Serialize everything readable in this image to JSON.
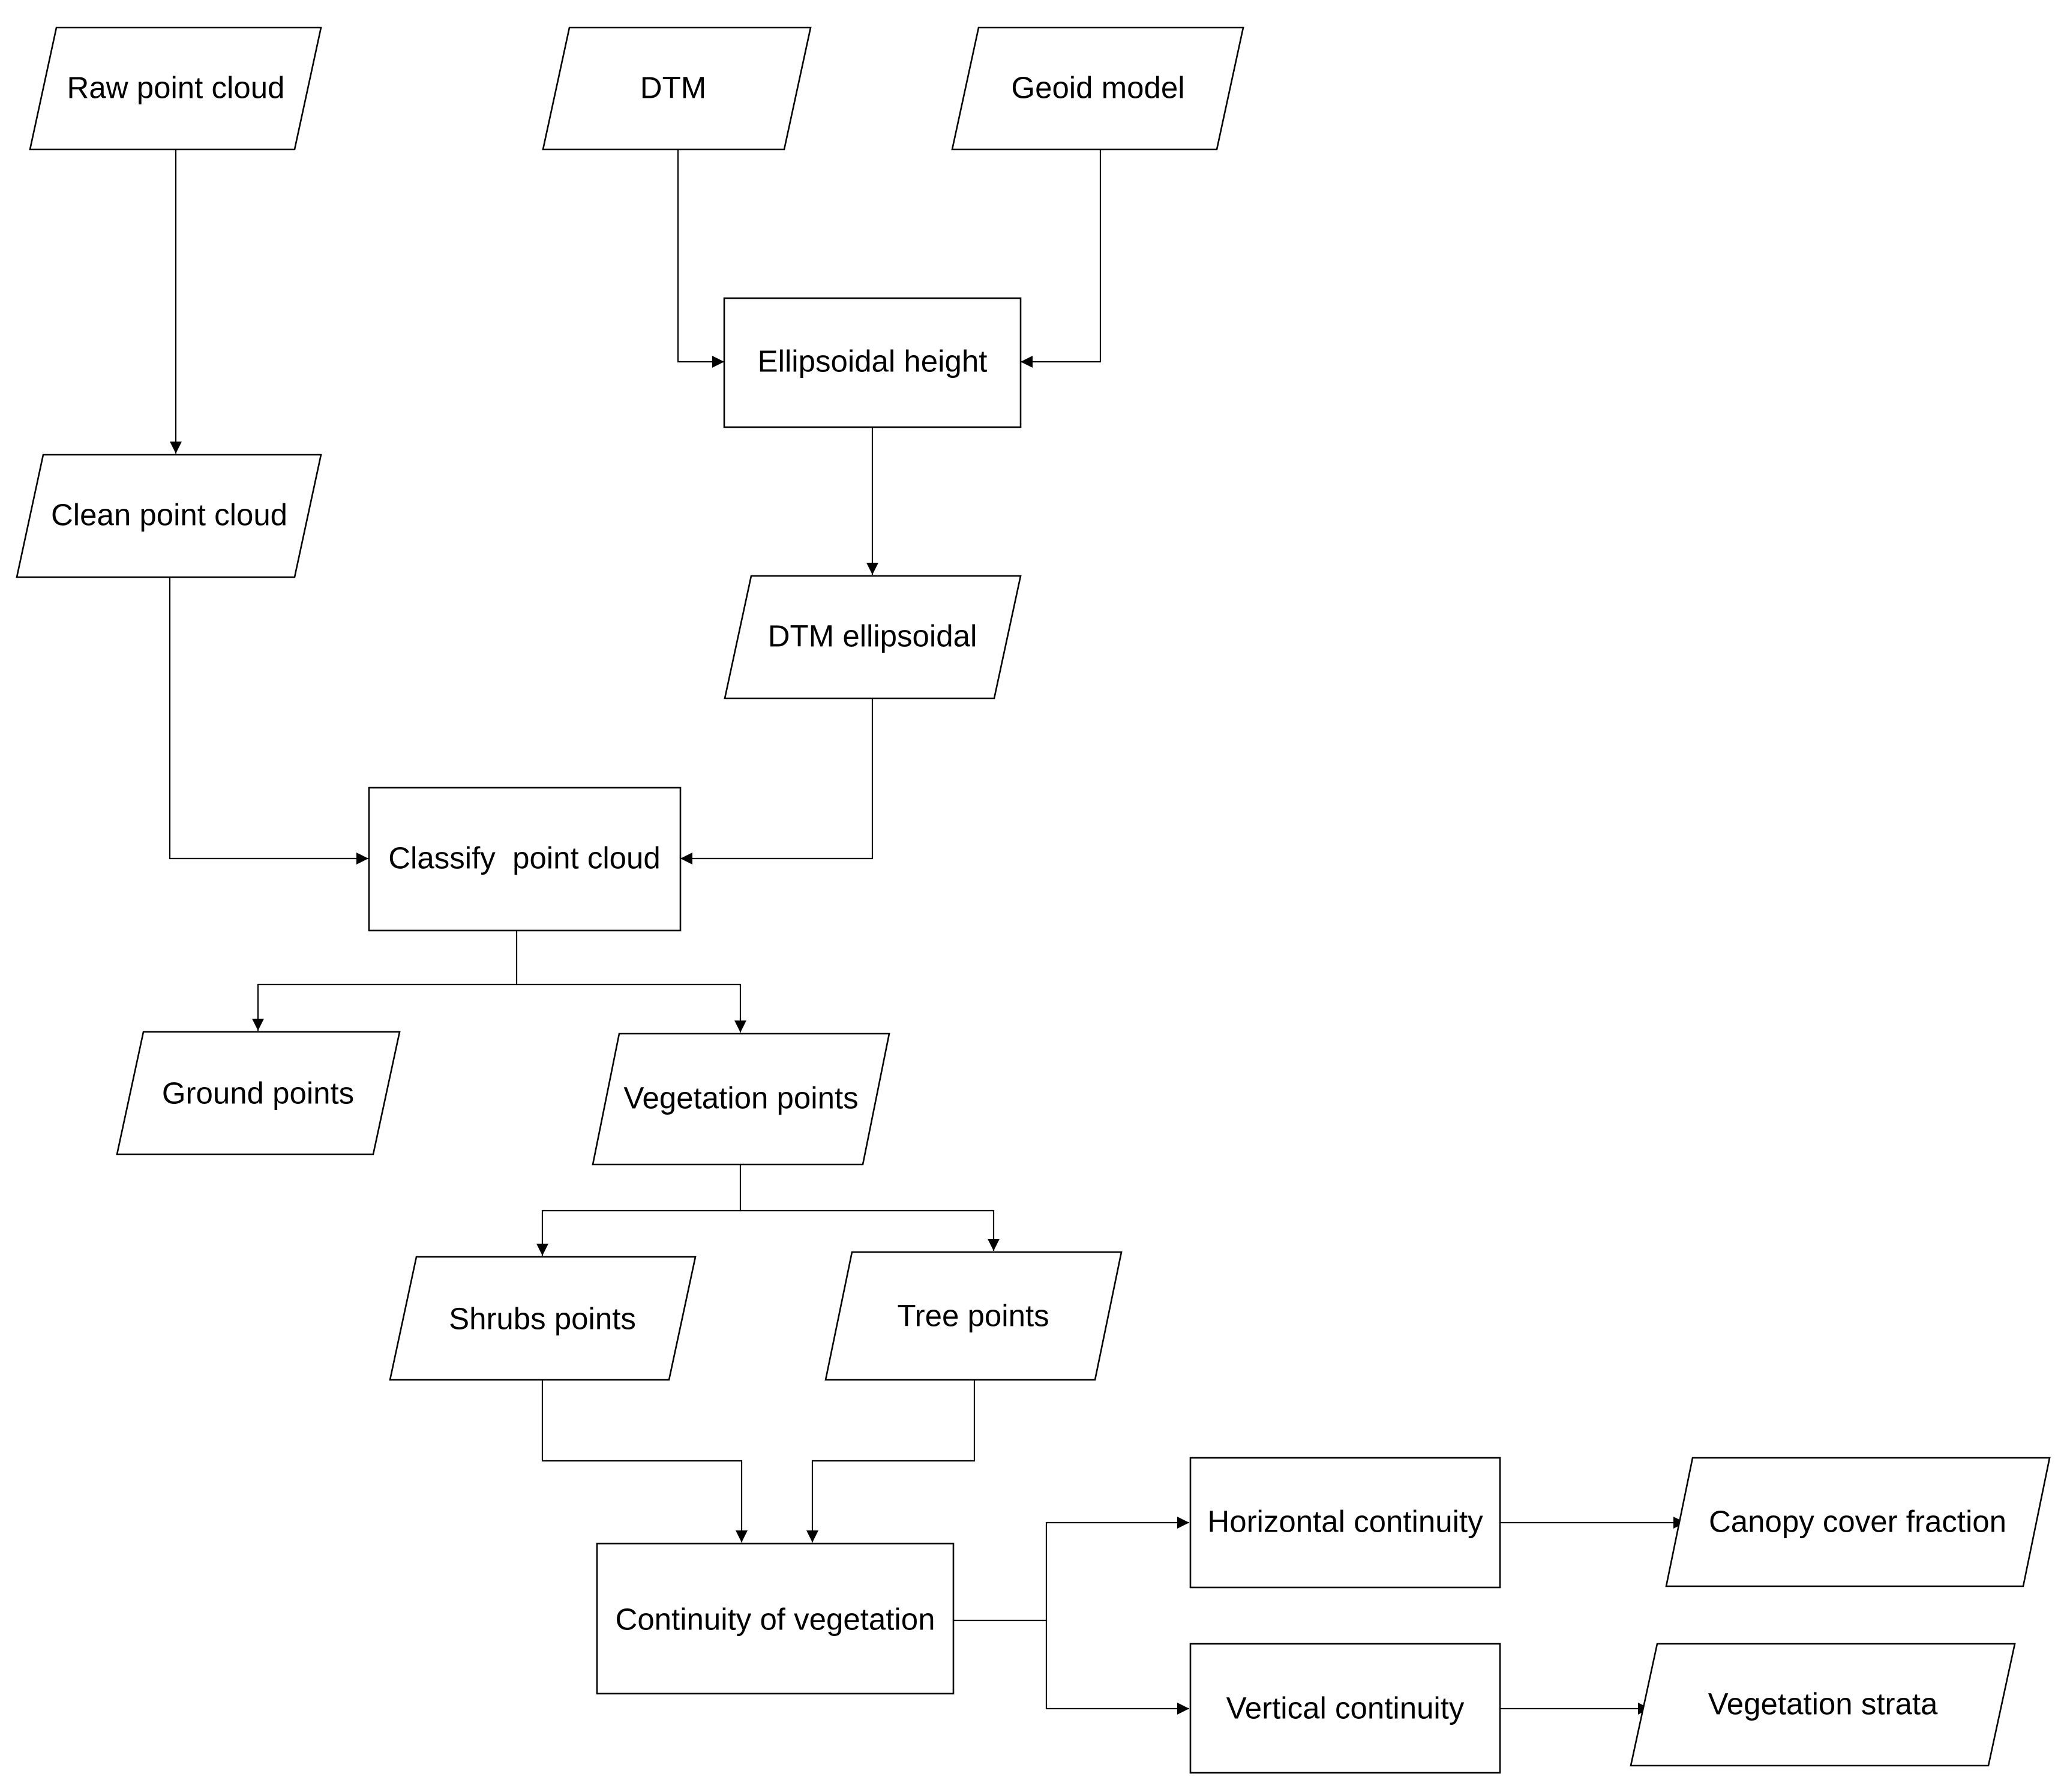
{
  "nodes": {
    "raw_point_cloud": "Raw point cloud",
    "dtm": "DTM",
    "geoid_model": "Geoid model",
    "ellipsoidal_height": "Ellipsoidal height",
    "clean_point_cloud": "Clean point cloud",
    "dtm_ellipsoidal": "DTM ellipsoidal",
    "classify_point_cloud": "Classify  point cloud",
    "ground_points": "Ground points",
    "vegetation_points": "Vegetation points",
    "shrubs_points": "Shrubs points",
    "tree_points": "Tree points",
    "continuity_of_vegetation": "Continuity of vegetation",
    "horizontal_continuity": "Horizontal continuity",
    "vertical_continuity": "Vertical continuity",
    "canopy_cover_fraction": "Canopy cover fraction",
    "vegetation_strata": "Vegetation strata"
  },
  "shapes": {
    "raw_point_cloud": "parallelogram",
    "dtm": "parallelogram",
    "geoid_model": "parallelogram",
    "ellipsoidal_height": "rectangle",
    "clean_point_cloud": "parallelogram",
    "dtm_ellipsoidal": "parallelogram",
    "classify_point_cloud": "rectangle",
    "ground_points": "parallelogram",
    "vegetation_points": "parallelogram",
    "shrubs_points": "parallelogram",
    "tree_points": "parallelogram",
    "continuity_of_vegetation": "rectangle",
    "horizontal_continuity": "rectangle",
    "vertical_continuity": "rectangle",
    "canopy_cover_fraction": "parallelogram",
    "vegetation_strata": "parallelogram"
  },
  "edges": [
    {
      "from": "raw_point_cloud",
      "to": "clean_point_cloud"
    },
    {
      "from": "dtm",
      "to": "ellipsoidal_height"
    },
    {
      "from": "geoid_model",
      "to": "ellipsoidal_height"
    },
    {
      "from": "ellipsoidal_height",
      "to": "dtm_ellipsoidal"
    },
    {
      "from": "clean_point_cloud",
      "to": "classify_point_cloud"
    },
    {
      "from": "dtm_ellipsoidal",
      "to": "classify_point_cloud"
    },
    {
      "from": "classify_point_cloud",
      "to": "ground_points"
    },
    {
      "from": "classify_point_cloud",
      "to": "vegetation_points"
    },
    {
      "from": "vegetation_points",
      "to": "shrubs_points"
    },
    {
      "from": "vegetation_points",
      "to": "tree_points"
    },
    {
      "from": "shrubs_points",
      "to": "continuity_of_vegetation"
    },
    {
      "from": "tree_points",
      "to": "continuity_of_vegetation"
    },
    {
      "from": "continuity_of_vegetation",
      "to": "horizontal_continuity"
    },
    {
      "from": "continuity_of_vegetation",
      "to": "vertical_continuity"
    },
    {
      "from": "horizontal_continuity",
      "to": "canopy_cover_fraction"
    },
    {
      "from": "vertical_continuity",
      "to": "vegetation_strata"
    }
  ]
}
